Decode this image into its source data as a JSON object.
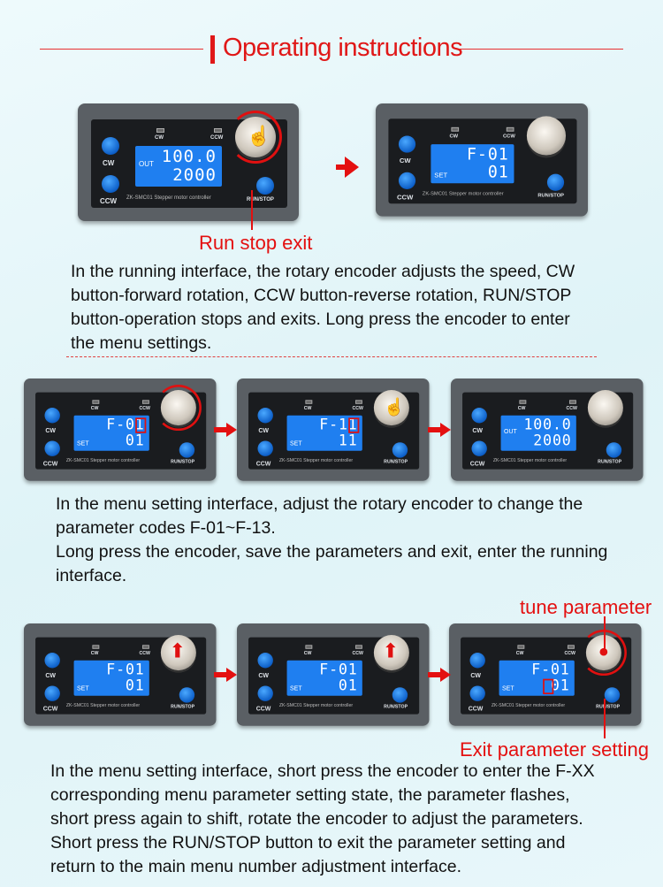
{
  "title": "Operating instructions",
  "labels": {
    "run_stop_exit": "Run stop exit",
    "tune_parameter": "tune parameter",
    "exit_parameter_setting": "Exit parameter setting"
  },
  "paragraphs": [
    [
      "In the running interface, the rotary encoder adjusts the speed, CW",
      "button-forward rotation, CCW button-reverse rotation, RUN/STOP",
      "button-operation stops and exits. Long press the encoder to enter",
      "the menu settings."
    ],
    [
      "In the menu setting interface, adjust the rotary encoder to change the",
      "parameter codes F-01~F-13.",
      "Long press the encoder, save the parameters and exit, enter the running",
      "interface."
    ],
    [
      "In the menu setting interface, short press the encoder to enter the F-XX",
      "corresponding menu parameter setting state, the parameter flashes,",
      "short press again to shift, rotate the encoder to adjust the parameters.",
      "Short press the RUN/STOP button to exit the parameter setting and",
      "return to the main menu number adjustment interface."
    ]
  ],
  "device_text": {
    "cw": "CW",
    "ccw": "CCW",
    "model": "ZK-SMC01  Stepper motor controller",
    "runstop": "RUN/STOP"
  },
  "devices": [
    {
      "prefix": "OUT",
      "line1": "100.0",
      "line2": "2000",
      "mark": "hand",
      "ring": true
    },
    {
      "prefix": "SET",
      "line1": "F-01",
      "line2": "01",
      "mark": "",
      "ring": false
    },
    {
      "prefix": "SET",
      "line1": "F-01",
      "line2": "01",
      "mark": "",
      "ring": true,
      "box": "l1last"
    },
    {
      "prefix": "SET",
      "line1": "F-11",
      "line2": "11",
      "mark": "hand",
      "ring": false,
      "box": "l1last"
    },
    {
      "prefix": "OUT",
      "line1": "100.0",
      "line2": "2000",
      "mark": "",
      "ring": false
    },
    {
      "prefix": "SET",
      "line1": "F-01",
      "line2": "01",
      "mark": "up",
      "ring": false
    },
    {
      "prefix": "SET",
      "line1": "F-01",
      "line2": "01",
      "mark": "up",
      "ring": false
    },
    {
      "prefix": "SET",
      "line1": "F-01",
      "line2": "01",
      "mark": "dot",
      "ring": true,
      "box": "l2first"
    }
  ],
  "colors": {
    "accent": "#e41010",
    "lcd": "#1f7ff0"
  }
}
